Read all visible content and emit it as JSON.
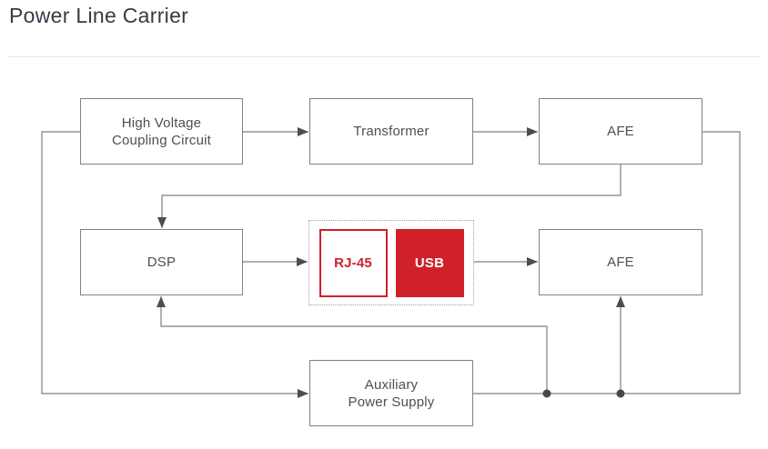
{
  "page": {
    "title": "Power Line Carrier"
  },
  "colors": {
    "accent_red": "#d0202a",
    "wire_gray": "#7f7f7f",
    "arrow_gray": "#4d4d4d",
    "box_border_gray": "#828282",
    "label_gray": "#4f4f4f",
    "title_dark": "#323c46"
  },
  "diagram": {
    "blocks": {
      "hvcc": {
        "lines": [
          "High Voltage",
          "Coupling Circuit"
        ]
      },
      "transformer": {
        "lines": [
          "Transformer"
        ]
      },
      "afe_top": {
        "lines": [
          "AFE"
        ]
      },
      "dsp": {
        "lines": [
          "DSP"
        ]
      },
      "rj45": {
        "lines": [
          "RJ-45"
        ]
      },
      "usb": {
        "lines": [
          "USB"
        ]
      },
      "afe_mid": {
        "lines": [
          "AFE"
        ]
      },
      "aux": {
        "lines": [
          "Auxiliary",
          "Power Supply"
        ]
      }
    },
    "connections": [
      "High Voltage Coupling Circuit -> Transformer",
      "Transformer -> AFE (top)",
      "AFE (top) -> DSP",
      "DSP -> RJ-45/USB group",
      "RJ-45/USB group -> AFE (middle)",
      "Line input -> Auxiliary Power Supply",
      "Auxiliary Power Supply -> DSP",
      "Auxiliary Power Supply -> AFE (middle)",
      "Auxiliary Power Supply rail -> AFE (top)"
    ]
  }
}
